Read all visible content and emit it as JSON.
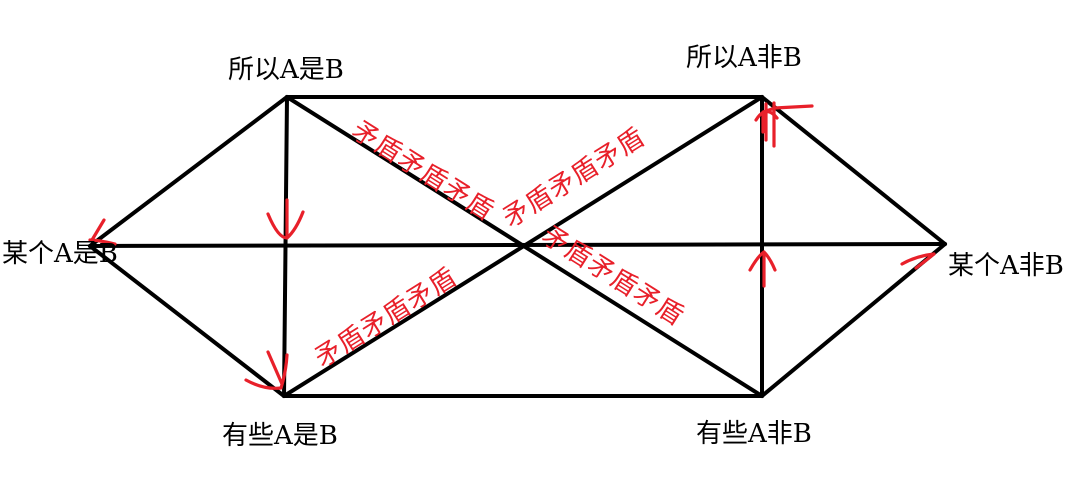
{
  "colors": {
    "line": "#000000",
    "annotation": "#e8202a",
    "background": "#ffffff"
  },
  "nodes": {
    "all_a_is_b": "所以A是B",
    "all_a_not_b": "所以A非B",
    "some_a_is_b": "有些A是B",
    "some_a_not_b": "有些A非B",
    "one_a_is_b": "某个A是B",
    "one_a_not_b": "某个A非B"
  },
  "contradiction": {
    "top_left_to_bottom_right": "矛盾矛盾矛盾",
    "bottom_left_to_top_right": "矛盾矛盾矛盾",
    "center_to_bottom_right": "矛盾矛盾矛盾",
    "bottom_left_to_center": "矛盾矛盾矛盾"
  }
}
